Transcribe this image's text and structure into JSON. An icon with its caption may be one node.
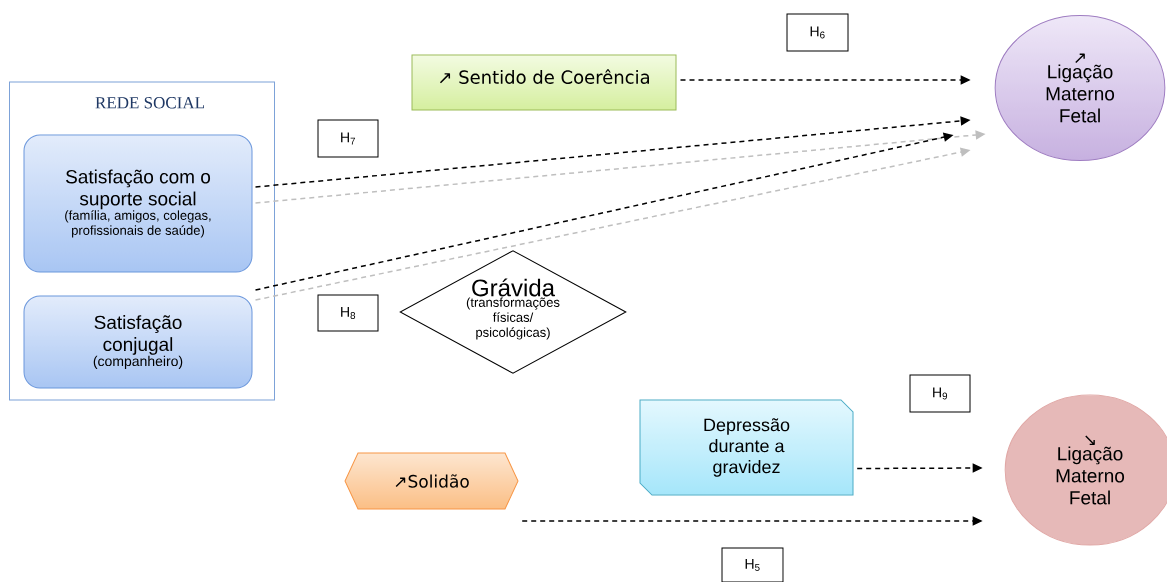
{
  "diagram": {
    "nodes": [
      {
        "text": [
          "REDE SOCIAL"
        ]
      },
      {
        "text": [
          "Satisfação com o suporte social",
          "(família, amigos, colegas, profissionais de saúde)"
        ],
        "in": 0
      },
      {
        "text": [
          "Satisfação conjugal",
          "(companheiro)"
        ],
        "in": 0
      },
      {
        "text": [
          "↗ Sentido de Coerência"
        ]
      },
      {
        "text": [
          "H$_{6}$"
        ]
      },
      {
        "text": [
          "↗",
          "Ligação Materno Fetal"
        ]
      },
      {
        "text": [
          "H$_{7}$"
        ]
      },
      {
        "text": [
          "H$_{8}$"
        ]
      },
      {
        "text": [
          "Grávida",
          "(transformações físicas/ psicológicas)"
        ]
      },
      {
        "text": [
          "H$_{9}$"
        ]
      },
      {
        "text": [
          "Depressão durante a gravidez"
        ]
      },
      {
        "text": [
          "↗Solidão"
        ]
      },
      {
        "text": [
          "↘",
          "Ligação Materno Fetal"
        ]
      },
      {
        "text": [
          "H$_{5}$"
        ]
      }
    ],
    "edges": [
      {
        "from": 3,
        "to": 5,
        "arrow": "to",
        "style": "dashed"
      },
      {
        "from": 1,
        "to": 5,
        "arrow": "to",
        "style": "dashed"
      },
      {
        "from": 1,
        "to": 5,
        "arrow": "to",
        "style": "dashed",
        "color": "#bfbfbf"
      },
      {
        "from": 2,
        "to": 5,
        "arrow": "to",
        "style": "dashed"
      },
      {
        "from": 2,
        "to": 5,
        "arrow": "to",
        "style": "dashed",
        "color": "#bfbfbf"
      },
      {
        "from": 10,
        "to": 12,
        "arrow": "to",
        "style": "dashed"
      },
      {
        "from": 11,
        "to": 12,
        "arrow": "to",
        "style": "dashed"
      }
    ]
  }
}
